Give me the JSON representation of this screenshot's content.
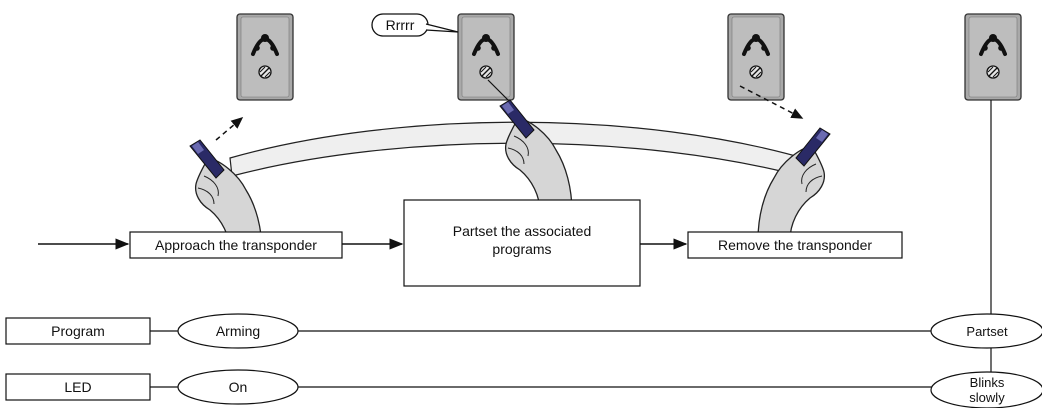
{
  "speech_bubble": "Rrrrr",
  "steps": {
    "approach": "Approach the transponder",
    "partset_line1": "Partset the associated",
    "partset_line2": "programs",
    "remove": "Remove the transponder"
  },
  "rows": {
    "program": {
      "label": "Program",
      "start_state": "Arming",
      "end_state": "Partset"
    },
    "led": {
      "label": "LED",
      "start_state": "On",
      "end_state_line1": "Blinks",
      "end_state_line2": "slowly"
    }
  },
  "icons": {
    "reader": "transponder-reader-icon",
    "hand": "hand-holding-transponder-icon"
  },
  "colors": {
    "reader_body": "#a9a9a9",
    "transponder": "#2a2a66",
    "hand_fill": "#d6d6d6"
  }
}
